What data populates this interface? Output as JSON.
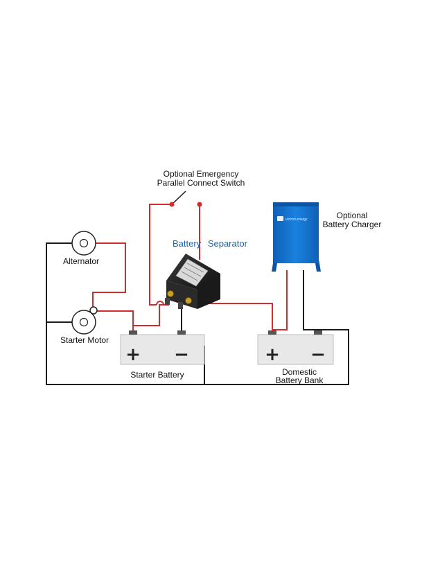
{
  "labels": {
    "switch_line1": "Optional Emergency",
    "switch_line2": "Parallel Connect Switch",
    "separator_word1": "Battery",
    "separator_word2": "Separator",
    "charger_line1": "Optional",
    "charger_line2": "Battery Charger",
    "charger_brand": "victron energy",
    "alternator": "Alternator",
    "starter_motor": "Starter Motor",
    "starter_battery": "Starter Battery",
    "domestic_line1": "Domestic",
    "domestic_line2": "Battery Bank"
  },
  "terminals": {
    "positive": "+",
    "negative": "−"
  },
  "colors": {
    "positive_wire": "#d42a2a",
    "negative_wire": "#1a1a1a",
    "charger_blue": "#1677d2",
    "separator_label_blue": "#1565b8",
    "battery_fill": "#e8e8e8",
    "separator_body": "#1c1c1c"
  }
}
